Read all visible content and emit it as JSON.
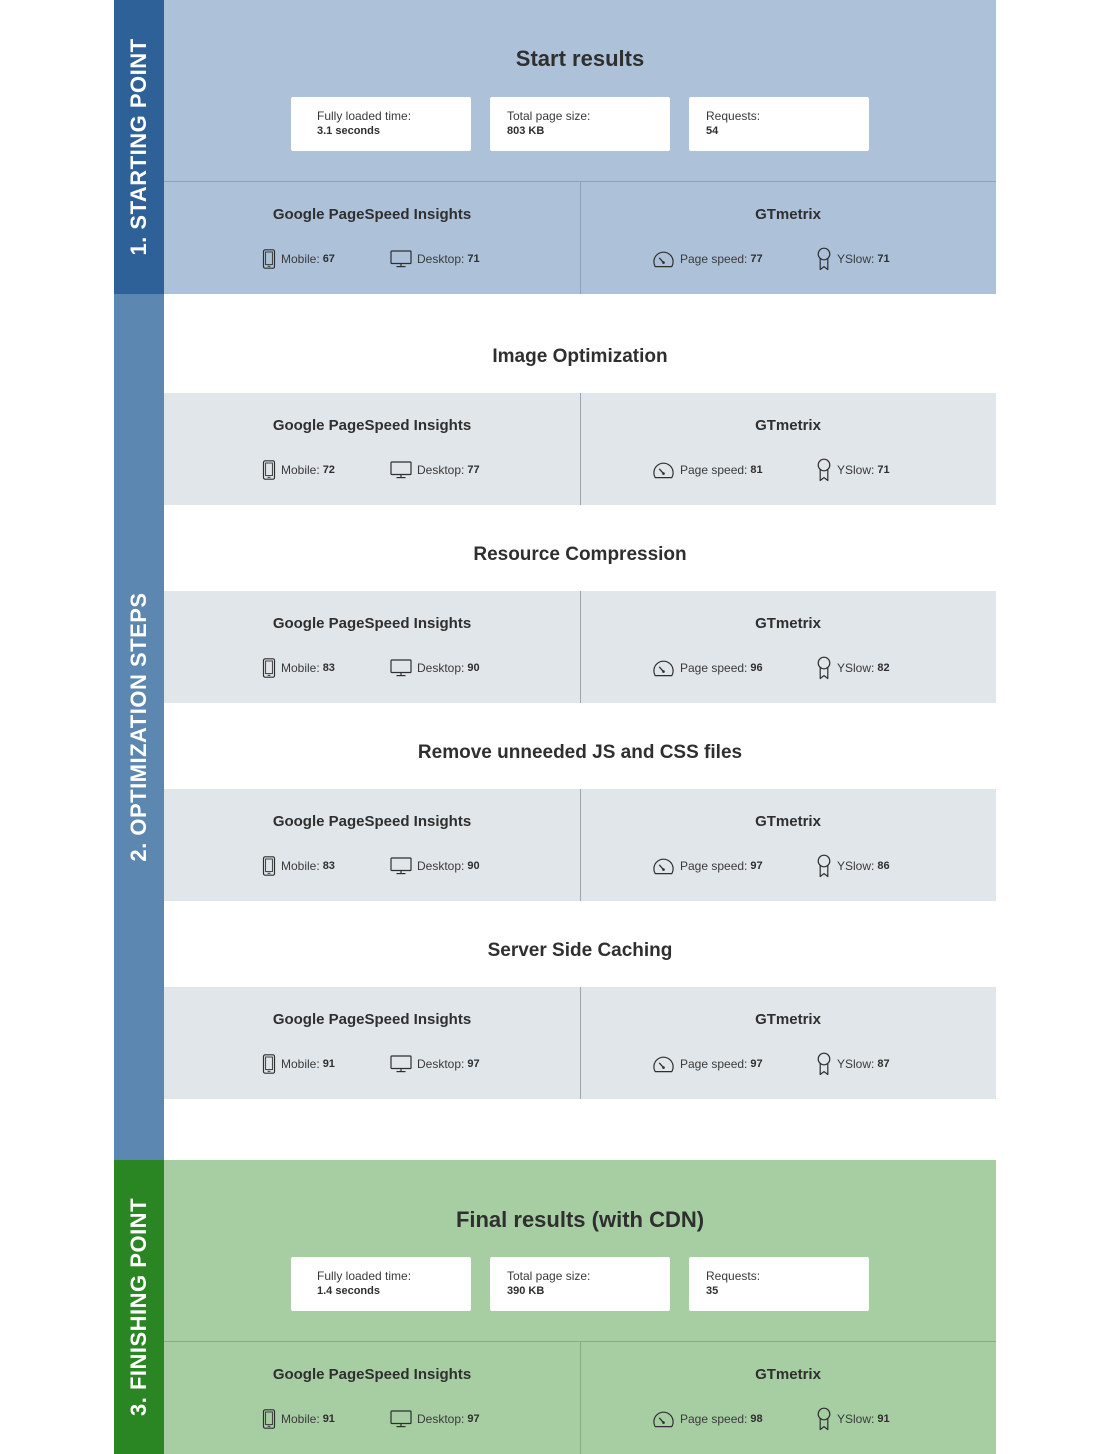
{
  "labels": {
    "fully_loaded": "Fully loaded time:",
    "page_size": "Total page size:",
    "requests": "Requests:",
    "google": "Google PageSpeed Insights",
    "gtmetrix": "GTmetrix",
    "mobile": "Mobile:",
    "desktop": "Desktop:",
    "page_speed": "Page speed:",
    "yslow": "YSlow:"
  },
  "colors": {
    "start_sidebar": "#2e6197",
    "start_bg": "#adc2d9",
    "steps_sidebar": "#5c87b0",
    "steps_bg": "#e1e6ea",
    "finish_sidebar": "#2a8623",
    "finish_bg": "#a7cea2"
  },
  "start": {
    "sidebar_label": "1. STARTING POINT",
    "title": "Start results",
    "fully_loaded": "3.1 seconds",
    "page_size": "803 KB",
    "requests": "54",
    "mobile": "67",
    "desktop": "71",
    "page_speed": "77",
    "yslow": "71"
  },
  "steps": {
    "sidebar_label": "2. OPTIMIZATION STEPS",
    "items": [
      {
        "title": "Image Optimization",
        "mobile": "72",
        "desktop": "77",
        "page_speed": "81",
        "yslow": "71"
      },
      {
        "title": "Resource Compression",
        "mobile": "83",
        "desktop": "90",
        "page_speed": "96",
        "yslow": "82"
      },
      {
        "title": "Remove unneeded JS and CSS files",
        "mobile": "83",
        "desktop": "90",
        "page_speed": "97",
        "yslow": "86"
      },
      {
        "title": "Server Side Caching",
        "mobile": "91",
        "desktop": "97",
        "page_speed": "97",
        "yslow": "87"
      }
    ]
  },
  "finish": {
    "sidebar_label": "3. FINISHING POINT",
    "title": "Final results (with CDN)",
    "fully_loaded": "1.4 seconds",
    "page_size": "390 KB",
    "requests": "35",
    "mobile": "91",
    "desktop": "97",
    "page_speed": "98",
    "yslow": "91"
  }
}
